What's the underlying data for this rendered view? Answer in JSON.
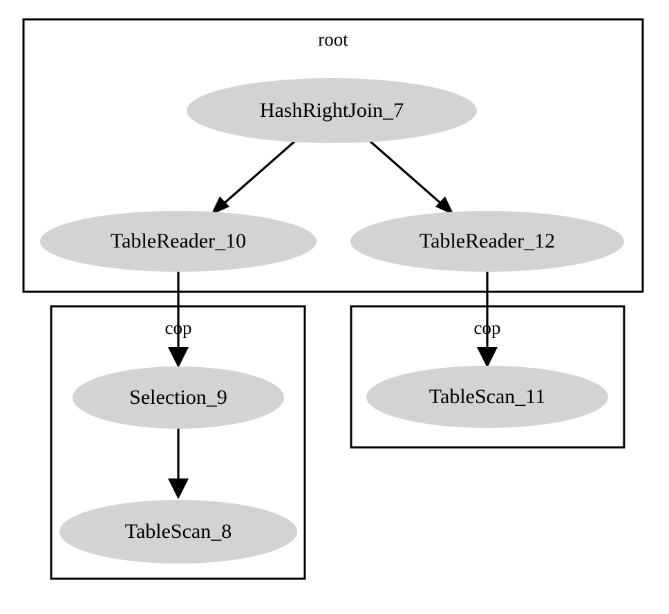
{
  "diagram": {
    "title": "query-execution-plan",
    "background_color": "#ffffff",
    "node_fill_color": "#d3d3d3",
    "node_text_color": "#000000",
    "edge_color": "#000000",
    "cluster_border_color": "#000000"
  },
  "clusters": [
    {
      "id": "cluster-root",
      "label": "root"
    },
    {
      "id": "cluster-cop-left",
      "label": "cop"
    },
    {
      "id": "cluster-cop-right",
      "label": "cop"
    }
  ],
  "nodes": [
    {
      "id": "hash-right-join-7",
      "label": "HashRightJoin_7"
    },
    {
      "id": "table-reader-10",
      "label": "TableReader_10"
    },
    {
      "id": "table-reader-12",
      "label": "TableReader_12"
    },
    {
      "id": "selection-9",
      "label": "Selection_9"
    },
    {
      "id": "table-scan-8",
      "label": "TableScan_8"
    },
    {
      "id": "table-scan-11",
      "label": "TableScan_11"
    }
  ],
  "edges": [
    {
      "id": "edge-join7-reader10",
      "from": "HashRightJoin_7",
      "to": "TableReader_10",
      "label": ""
    },
    {
      "id": "edge-join7-reader12",
      "from": "HashRightJoin_7",
      "to": "TableReader_12",
      "label": ""
    },
    {
      "id": "edge-reader10-sel9",
      "from": "TableReader_10",
      "to": "Selection_9",
      "label": "cop"
    },
    {
      "id": "edge-sel9-scan8",
      "from": "Selection_9",
      "to": "TableScan_8",
      "label": ""
    },
    {
      "id": "edge-reader12-scan11",
      "from": "TableReader_12",
      "to": "TableScan_11",
      "label": "cop"
    }
  ]
}
